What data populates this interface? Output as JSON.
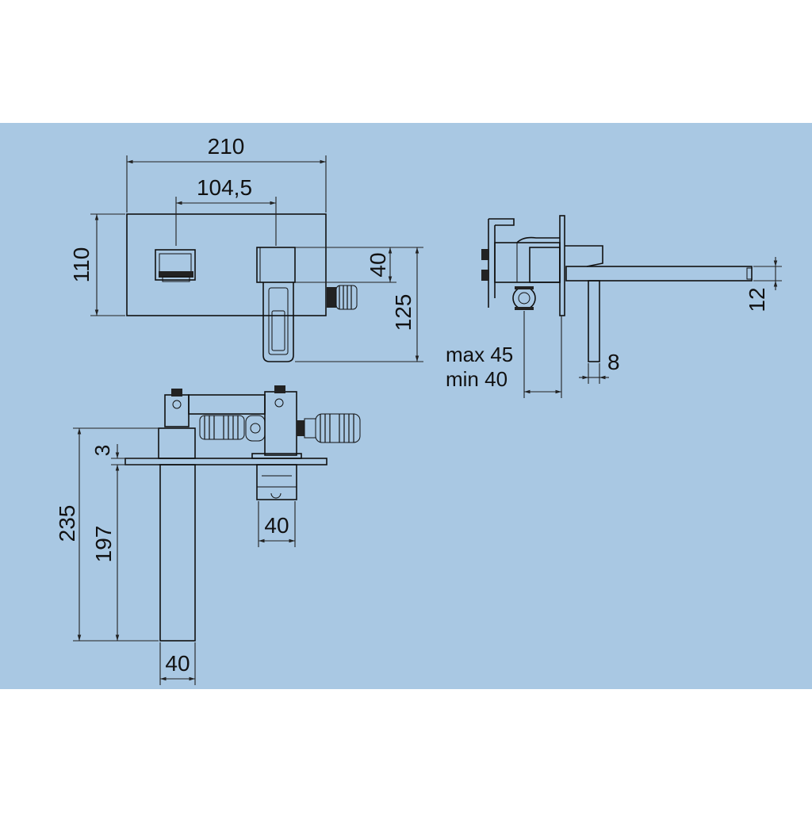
{
  "colors": {
    "panel": "#a9c8e3",
    "page": "#ffffff",
    "line": "#111111"
  },
  "front_view": {
    "width_total": "210",
    "offset_center": "104,5",
    "height_plate": "110",
    "handle_height": "40",
    "handle_depth": "125"
  },
  "side_view": {
    "wall_max": "max 45",
    "wall_min": "min 40",
    "spout_thickness": "12",
    "handle_width": "8"
  },
  "top_view": {
    "spout_length": "235",
    "spout_projection": "197",
    "plate_thickness": "3",
    "spout_width": "40",
    "handle_width": "40"
  }
}
